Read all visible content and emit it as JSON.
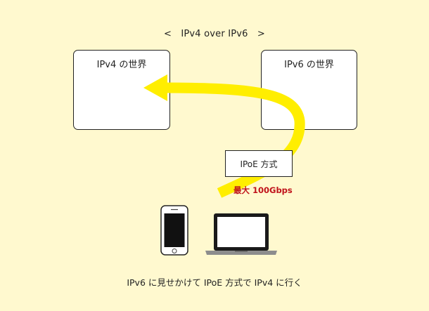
{
  "title": "<　IPv4 over IPv6　>",
  "worlds": {
    "ipv4": {
      "label": "IPv4 の世界"
    },
    "ipv6": {
      "label": "IPv6 の世界"
    }
  },
  "ipoe": {
    "label": "IPoE 方式"
  },
  "speed": {
    "label": "最大 100Gbps",
    "color": "#c0131b"
  },
  "devices": [
    "smartphone-icon",
    "laptop-icon"
  ],
  "caption": "IPv6 に見せかけて IPoE 方式で IPv4 に行く",
  "colors": {
    "background": "#fff9cf",
    "arrow": "#ffee00",
    "box_border": "#222222"
  }
}
